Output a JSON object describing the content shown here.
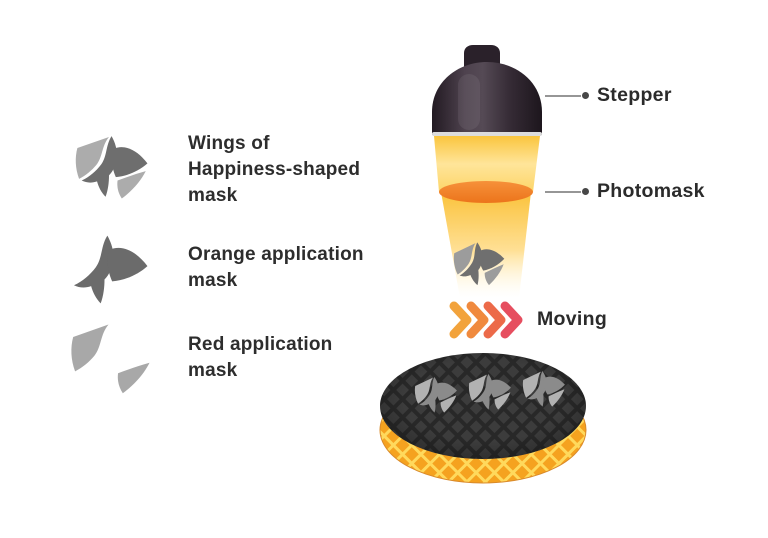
{
  "legend": {
    "items": [
      {
        "id": "wings-of-happiness-mask",
        "label_lines": [
          "Wings of",
          "Happiness-shaped",
          "mask"
        ]
      },
      {
        "id": "orange-application-mask",
        "label_lines": [
          "Orange application",
          "mask"
        ]
      },
      {
        "id": "red-application-mask",
        "label_lines": [
          "Red application",
          "mask"
        ]
      }
    ]
  },
  "apparatus": {
    "stepper_label": "Stepper",
    "photomask_label": "Photomask",
    "moving_label": "Moving"
  },
  "colors": {
    "stepper_body_dark": "#221A22",
    "stepper_body_highlight": "#554A55",
    "beam_yellow": "#FAC53E",
    "beam_pale": "#FFE59A",
    "photomask_orange": "#EF7E20",
    "chevrons": [
      "#F2A33C",
      "#F08A3E",
      "#EC6A49",
      "#E64E5F"
    ],
    "mask_light_gray": "#ACACAC",
    "mask_dark_gray": "#6E6E6E",
    "wafer_top_gray": "#3C3C3C",
    "wafer_grid_line": "#282828",
    "wafer_base_orange": "#F5A21F",
    "wafer_base_lattice": "#FFD95C",
    "label_text": "#2B2B2B",
    "connector_line": "#969696"
  }
}
